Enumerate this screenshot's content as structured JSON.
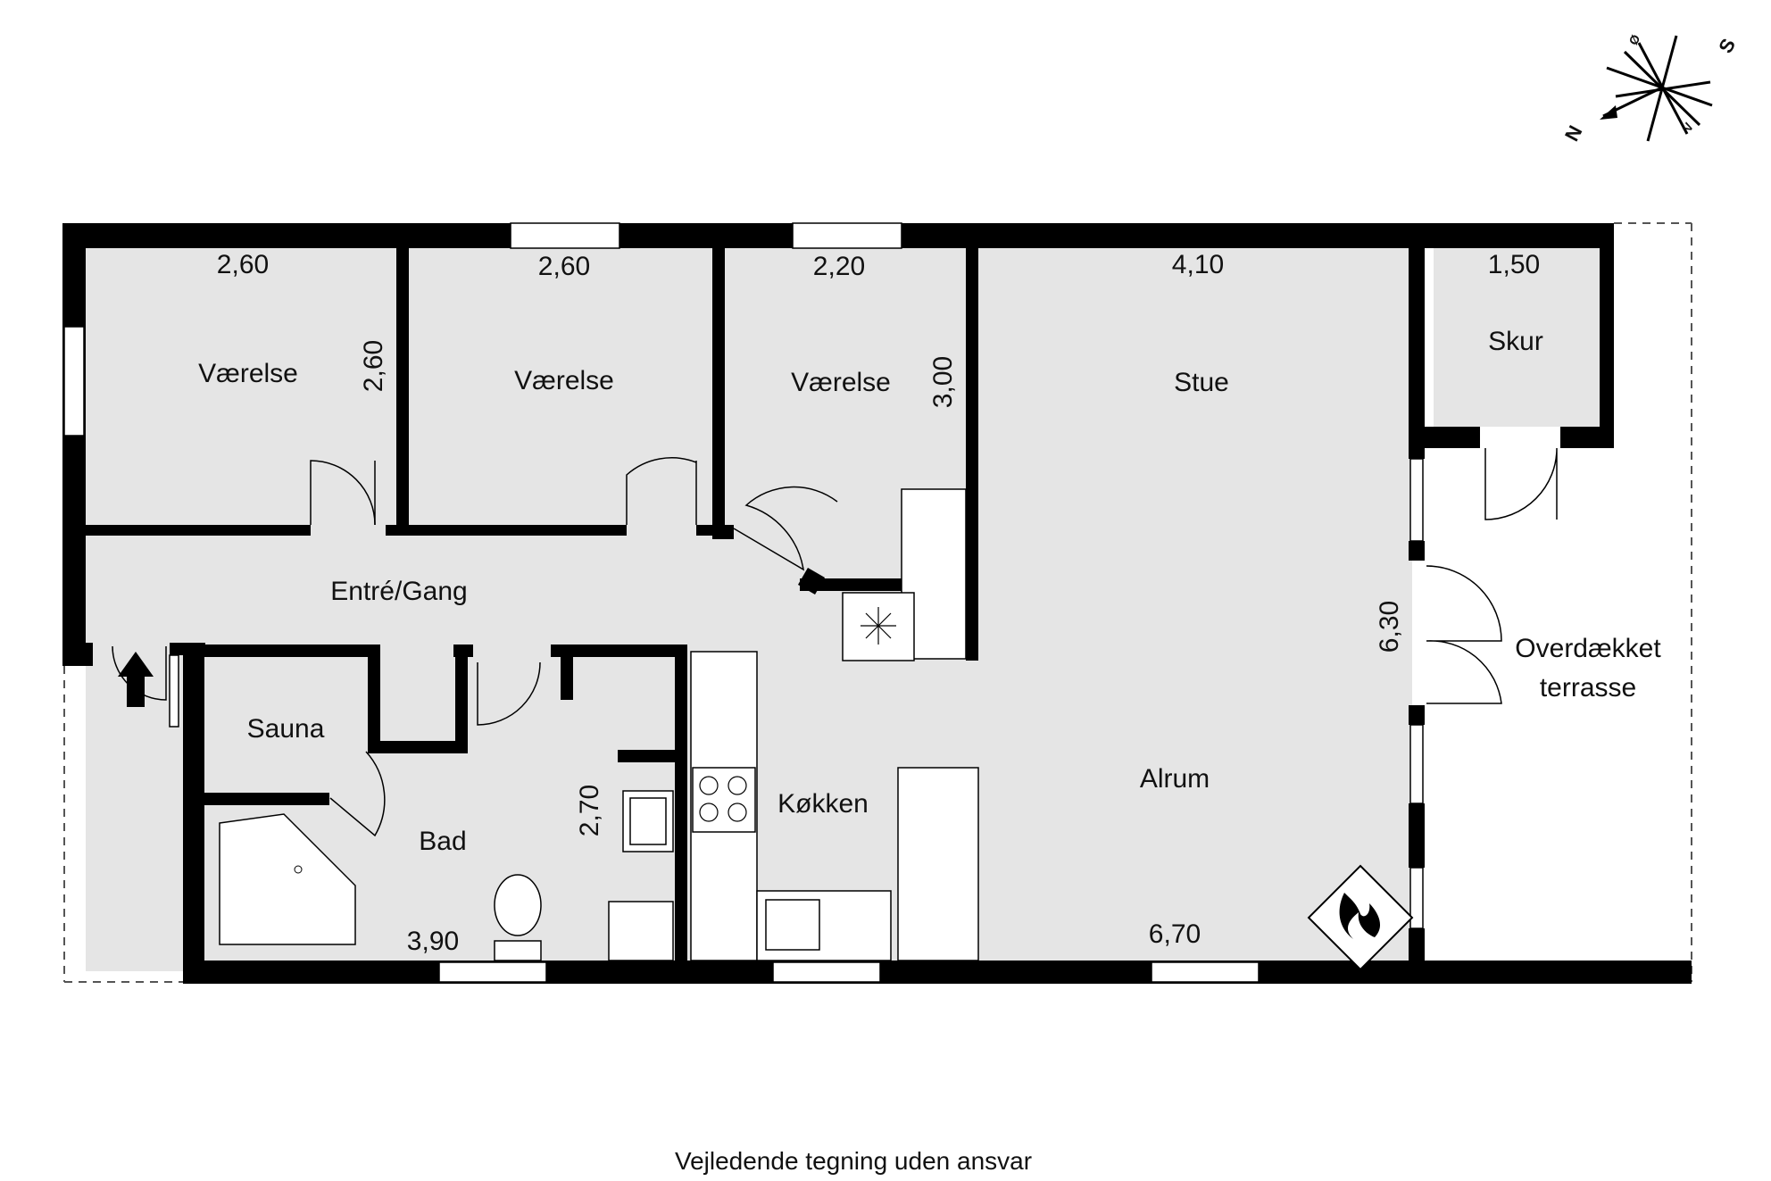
{
  "rooms": {
    "vaerelse1": "Værelse",
    "vaerelse2": "Værelse",
    "vaerelse3": "Værelse",
    "stue": "Stue",
    "skur": "Skur",
    "entre": "Entré/Gang",
    "sauna": "Sauna",
    "bad": "Bad",
    "koekken": "Køkken",
    "alrum": "Alrum",
    "terrasse_line1": "Overdækket",
    "terrasse_line2": "terrasse"
  },
  "dimensions": {
    "vaerelse1_width": "2,60",
    "vaerelse1_depth": "2,60",
    "vaerelse2_width": "2,60",
    "vaerelse3_width": "2,20",
    "vaerelse3_depth": "3,00",
    "stue_width": "4,10",
    "skur_width": "1,50",
    "stue_depth": "6,30",
    "bad_depth": "2,70",
    "bad_width": "3,90",
    "alrum_width": "6,70"
  },
  "compass": {
    "north": "N",
    "south": "S",
    "east": "Ø",
    "west": "V"
  },
  "caption": "Vejledende tegning uden ansvar"
}
